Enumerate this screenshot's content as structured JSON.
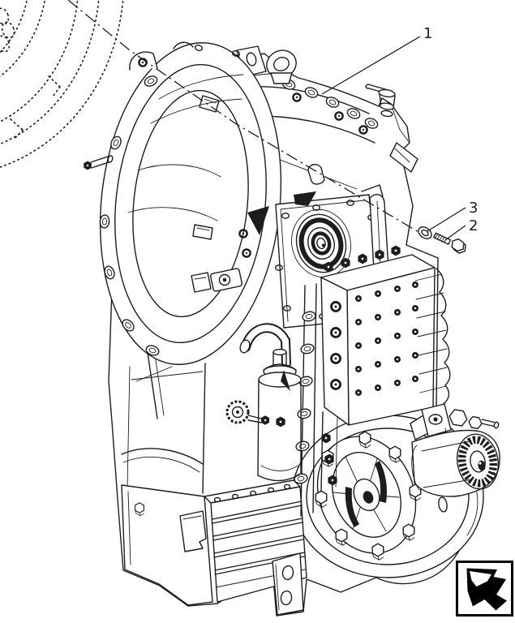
{
  "page": {
    "background": "#ffffff",
    "line_color": "#1d1d1d",
    "icon_color": "#000000"
  },
  "figure": {
    "kind": "parts-catalog-line-drawing",
    "subject": "transmission-gearbox-assembly-isometric-view",
    "phantom_reference": "flywheel-housing-dotted-outline",
    "callouts": [
      {
        "label": "1",
        "points_to": "transmission-assembly"
      },
      {
        "label": "3",
        "points_to": "washer"
      },
      {
        "label": "2",
        "points_to": "hex-bolt"
      }
    ],
    "nav": {
      "icon": "previous-view-block-arrow"
    }
  }
}
